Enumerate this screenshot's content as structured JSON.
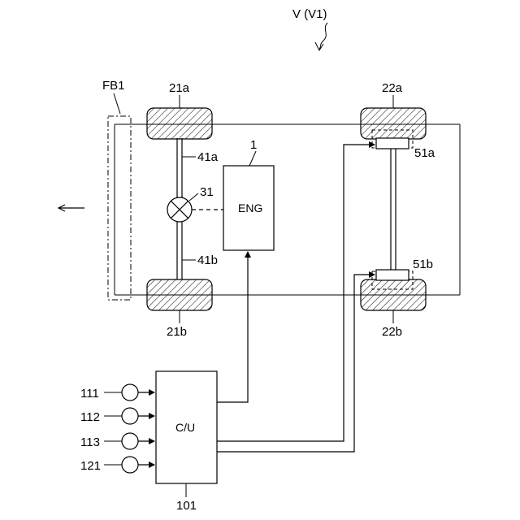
{
  "figure_ref": "V (V1)",
  "labels": {
    "front_bumper": "FB1",
    "wheel_front_left": "21a",
    "wheel_front_right": "21b",
    "wheel_rear_left": "22a",
    "wheel_rear_right": "22b",
    "engine_ref": "1",
    "engine": "ENG",
    "differential": "31",
    "axle_left": "41a",
    "axle_right": "41b",
    "brake_left": "51a",
    "brake_right": "51b",
    "controller": "C/U",
    "controller_ref": "101",
    "sensor_1": "111",
    "sensor_2": "112",
    "sensor_3": "113",
    "sensor_4": "121"
  },
  "colors": {
    "line": "#000000",
    "background": "#ffffff"
  },
  "icons": {
    "forward_direction": "arrow-left-icon",
    "differential": "cross-circle-icon",
    "sensor": "circle-icon"
  }
}
